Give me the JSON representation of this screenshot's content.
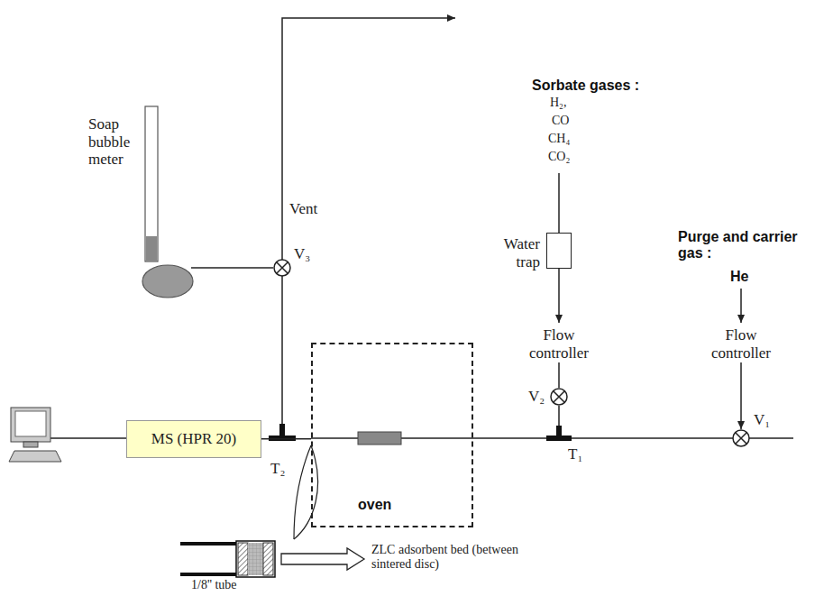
{
  "diagram": {
    "nodes": [
      {
        "text": [
          "Water trap"
        ]
      },
      {
        "text": [
          "MS (HPR 20)"
        ]
      },
      {
        "text": [
          "oven"
        ]
      }
    ],
    "edges": [
      {
        "from": 2,
        "to": 1,
        "arrow": "none"
      }
    ],
    "labels": [
      "Soap bubble meter",
      "Vent",
      "V₃",
      "Sorbate gases :",
      "H₂,",
      "CO",
      "CH₄",
      "CO₂",
      "Flow controller",
      "V₂",
      "T₁",
      "Purge and carrier gas :",
      "He",
      "Flow controller",
      "V₁",
      "T₂",
      "1/8'' tube",
      "ZLC adsorbent bed (between sintered disc)"
    ]
  }
}
